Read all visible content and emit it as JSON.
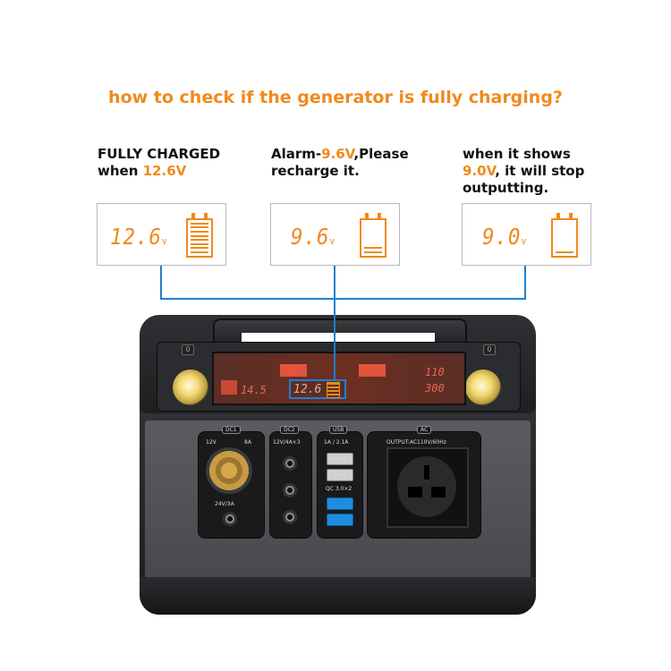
{
  "headline": "how to check if the generator is fully charging?",
  "captions": [
    {
      "pre": "FULLY CHARGED",
      "line2_pre": "when ",
      "value": "12.6V",
      "post": ""
    },
    {
      "pre": "Alarm-",
      "value": "9.6V",
      "post": ",Please",
      "line2": "recharge it."
    },
    {
      "pre": "when it shows",
      "value": "9.0V",
      "post": ", it will stop",
      "line3": "outputting."
    }
  ],
  "panels": [
    {
      "reading": "12.6",
      "unit": "v",
      "level_bars": 8
    },
    {
      "reading": "9.6",
      "unit": "v",
      "level_bars": 2
    },
    {
      "reading": "9.0",
      "unit": "v",
      "level_bars": 1
    }
  ],
  "device": {
    "lcd_left": "14.5",
    "lcd_center": "12.6",
    "lcd_right_top": "110",
    "lcd_right_bottom": "300",
    "dc1_tag": "DC1",
    "dc1_left": "12V",
    "dc1_right": "8A",
    "dc1_bottom": "24V/3A",
    "dc2_tag": "DC2",
    "dc2_spec": "12V/4A×3",
    "usb_tag": "USB",
    "usb_spec": "1A / 2.1A",
    "qc_label": "QC 3.0×2",
    "ac_tag": "AC",
    "ac_spec": "OUTPUT:AC110V/60Hz"
  },
  "colors": {
    "accent": "#f08a1c",
    "wire": "#1e7fd0"
  }
}
